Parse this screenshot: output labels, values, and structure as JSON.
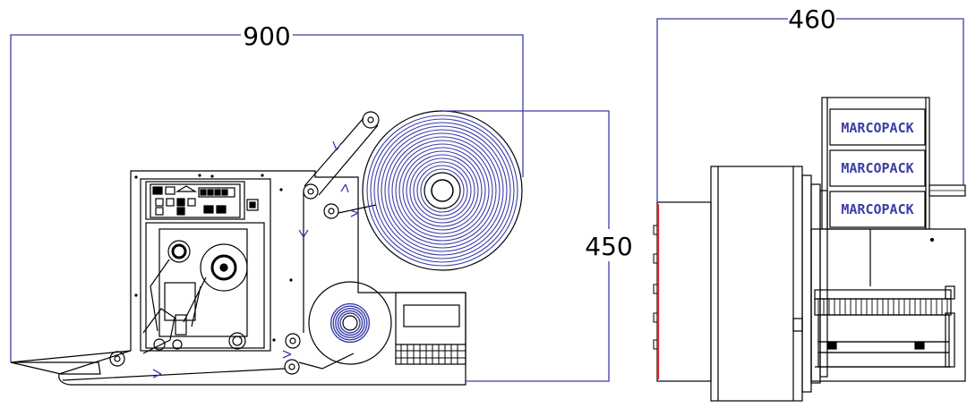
{
  "dimensions": {
    "width_label": "900",
    "height_label": "450",
    "depth_label": "460"
  },
  "label_panels": {
    "brand_text": "MARCOPACK",
    "panels": [
      {
        "text": "MARCOPACK"
      },
      {
        "text": "MARCOPACK"
      },
      {
        "text": "MARCOPACK"
      }
    ]
  },
  "colors": {
    "line": "#000000",
    "dimension": "#3b3ea8",
    "label_roll": "#3b3ea8",
    "panel_text": "#3b3ea8",
    "accent_edge": "#e02020"
  },
  "icons": {
    "control_panel": "keypad-icon",
    "label_roll": "label-roll-icon",
    "ribbon_roll": "ribbon-roll-icon"
  }
}
